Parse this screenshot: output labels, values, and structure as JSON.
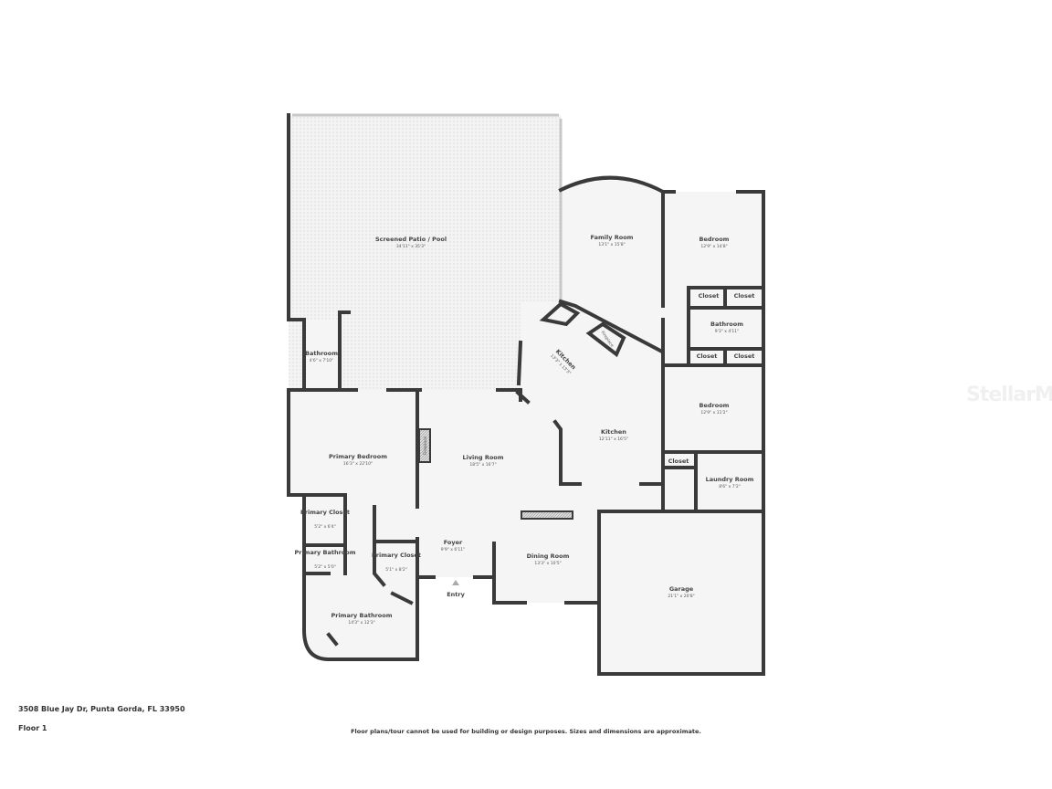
{
  "rooms": [
    {
      "name": "Screened Patio / Pool",
      "dim": "34'11\" x 35'3\""
    },
    {
      "name": "Family Room",
      "dim": "13'1\" x 15'8\""
    },
    {
      "name": "Bedroom",
      "dim": "12'9\" x 14'8\""
    },
    {
      "name": "Closet",
      "dim": ""
    },
    {
      "name": "Closet",
      "dim": ""
    },
    {
      "name": "Bathroom",
      "dim": "9'3\" x 4'11\""
    },
    {
      "name": "Closet",
      "dim": ""
    },
    {
      "name": "Closet",
      "dim": ""
    },
    {
      "name": "Bathroom",
      "dim": "4'6\" x 7'10\""
    },
    {
      "name": "Kitchen",
      "dim": "13'3\" x 13'3\""
    },
    {
      "name": "Bedroom",
      "dim": "12'9\" x 11'2\""
    },
    {
      "name": "Kitchen",
      "dim": "12'11\" x 16'5\""
    },
    {
      "name": "Primary Bedroom",
      "dim": "16'3\" x 22'10\""
    },
    {
      "name": "Living Room",
      "dim": "18'5\" x 16'7\""
    },
    {
      "name": "Closet",
      "dim": ""
    },
    {
      "name": "Laundry Room",
      "dim": "8'6\" x 7'2\""
    },
    {
      "name": "Primary Closet",
      "dim": "5'2\" x 6'4\""
    },
    {
      "name": "Foyer",
      "dim": "9'9\" x 6'11\""
    },
    {
      "name": "Primary Bathroom",
      "dim": "5'2\" x 5'0\""
    },
    {
      "name": "Primary Closet",
      "dim": "5'1\" x 8'2\""
    },
    {
      "name": "Dining Room",
      "dim": "13'3\" x 10'5\""
    },
    {
      "name": "Garage",
      "dim": "21'1\" x 20'8\""
    },
    {
      "name": "Primary Bathroom",
      "dim": "14'3\" x 12'3\""
    }
  ],
  "fixtures": {
    "fireplace_1": "Fireplace",
    "fireplace_2": "Fireplace",
    "entry": "Entry"
  },
  "footer": {
    "address": "3508 Blue Jay Dr, Punta Gorda, FL 33950",
    "floor": "Floor 1",
    "disclaimer": "Floor plans/tour cannot be used for building or design purposes. Sizes and dimensions are approximate."
  },
  "watermark": "StellarMLS",
  "colors": {
    "wall": "#3a3a3a",
    "floor": "#f5f5f5",
    "patio": "#ececec"
  }
}
